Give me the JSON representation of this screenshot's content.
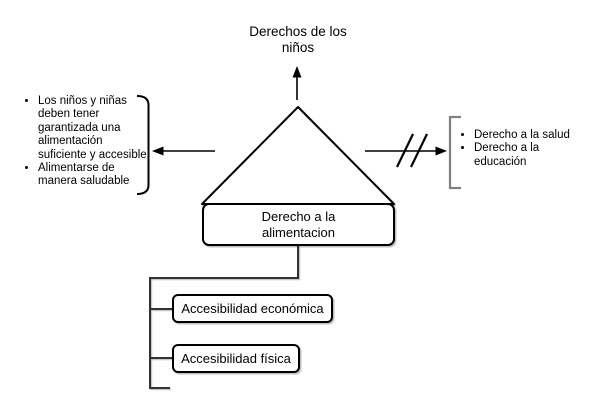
{
  "diagram": {
    "title": "Derechos de los\nniños",
    "center": {
      "label": "Derecho a la\nalimentacion"
    },
    "left_note": {
      "bullets": [
        "Los niños y niñas\ndeben tener\ngarantizada una\nalimentación\nsuficiente y accesible",
        "Alimentarse de\nmanera saludable"
      ]
    },
    "right_note": {
      "bullets": [
        "Derecho a la salud",
        "Derecho a la\neducación"
      ]
    },
    "children": [
      {
        "label": "Accesibilidad económica"
      },
      {
        "label": "Accesibilidad física"
      }
    ],
    "colors": {
      "line": "#000000",
      "connector": "#333333",
      "right_bracket": "#808080",
      "background": "#ffffff"
    }
  }
}
